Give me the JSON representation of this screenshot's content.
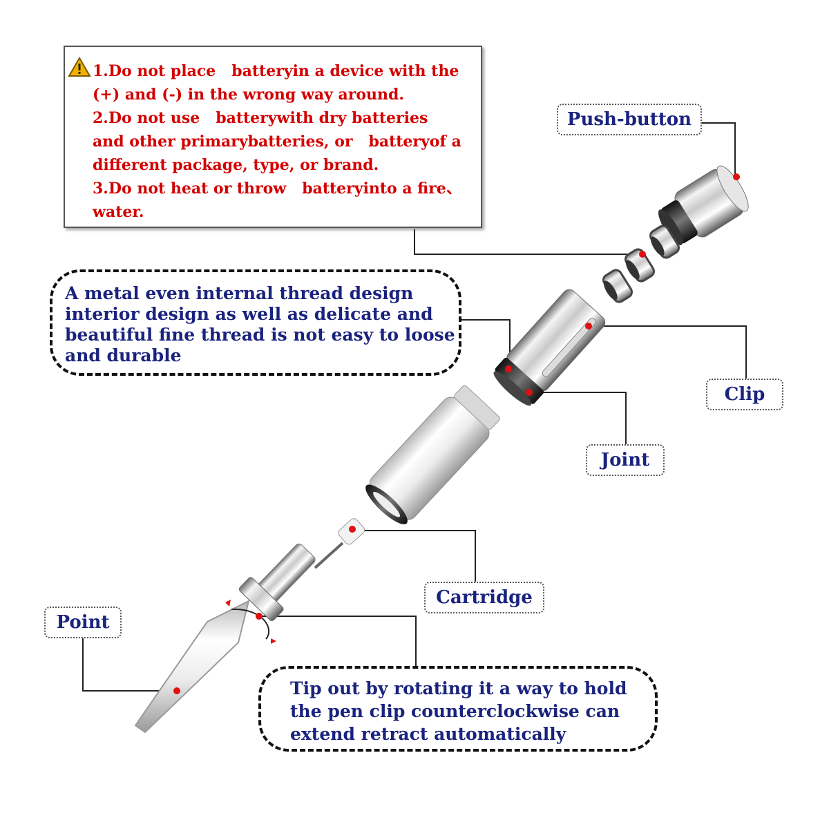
{
  "warning": {
    "lines": [
      "1.Do not place   batteryin a device with the",
      "(+) and (-) in the wrong way around.",
      "2.Do not use   batterywith dry batteries",
      "and other primarybatteries, or   batteryof a",
      "different package, type, or brand.",
      "3.Do not heat or throw   batteryinto a fire、",
      "water."
    ]
  },
  "labels": {
    "push_button": "Push-button",
    "clip": "Clip",
    "joint": "Joint",
    "cartridge": "Cartridge",
    "point": "Point"
  },
  "callouts": {
    "thread": [
      "A metal even internal thread design",
      "interior design as well as delicate and",
      "beautiful fine thread is not easy to loose",
      "and durable"
    ],
    "tip": [
      "Tip out by rotating it a way to hold",
      "the pen clip counterclockwise can",
      "extend retract automatically"
    ]
  },
  "colors": {
    "warning_text": "#d40000",
    "label_text": "#1a237e",
    "marker": "#e01010"
  }
}
